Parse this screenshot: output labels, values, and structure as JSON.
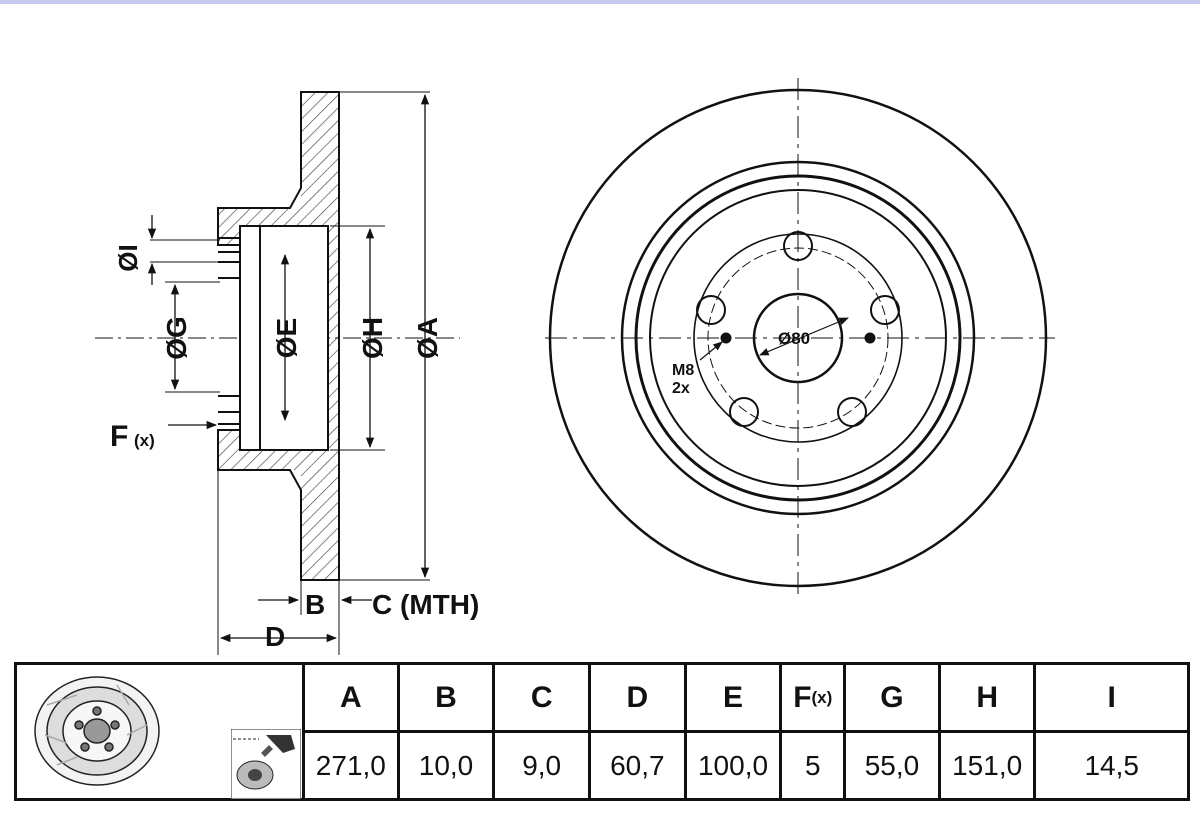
{
  "side_view_labels": {
    "i": "ØI",
    "g": "ØG",
    "e": "ØE",
    "h": "ØH",
    "a": "ØA",
    "f": "F",
    "f_sub": "(x)",
    "b": "B",
    "c": "C (MTH)",
    "d": "D"
  },
  "front_view_labels": {
    "center_bore": "Ø80",
    "thread": "M8",
    "thread_qty": "2x"
  },
  "colors": {
    "line": "#111111",
    "hatch": "#444444",
    "top_bar": "#c9c9ef"
  },
  "spec_table": {
    "columns": [
      {
        "header": "A",
        "value": "271,0"
      },
      {
        "header": "B",
        "value": "10,0"
      },
      {
        "header": "C",
        "value": "9,0"
      },
      {
        "header": "D",
        "value": "60,7"
      },
      {
        "header": "E",
        "value": "100,0"
      },
      {
        "header": "F",
        "header_sub": "(x)",
        "value": "5"
      },
      {
        "header": "G",
        "value": "55,0"
      },
      {
        "header": "H",
        "value": "151,0"
      },
      {
        "header": "I",
        "value": "14,5"
      }
    ],
    "thumbnail_icon": "brake-disc-icon",
    "note_icon": "bolt-spray-icon"
  }
}
